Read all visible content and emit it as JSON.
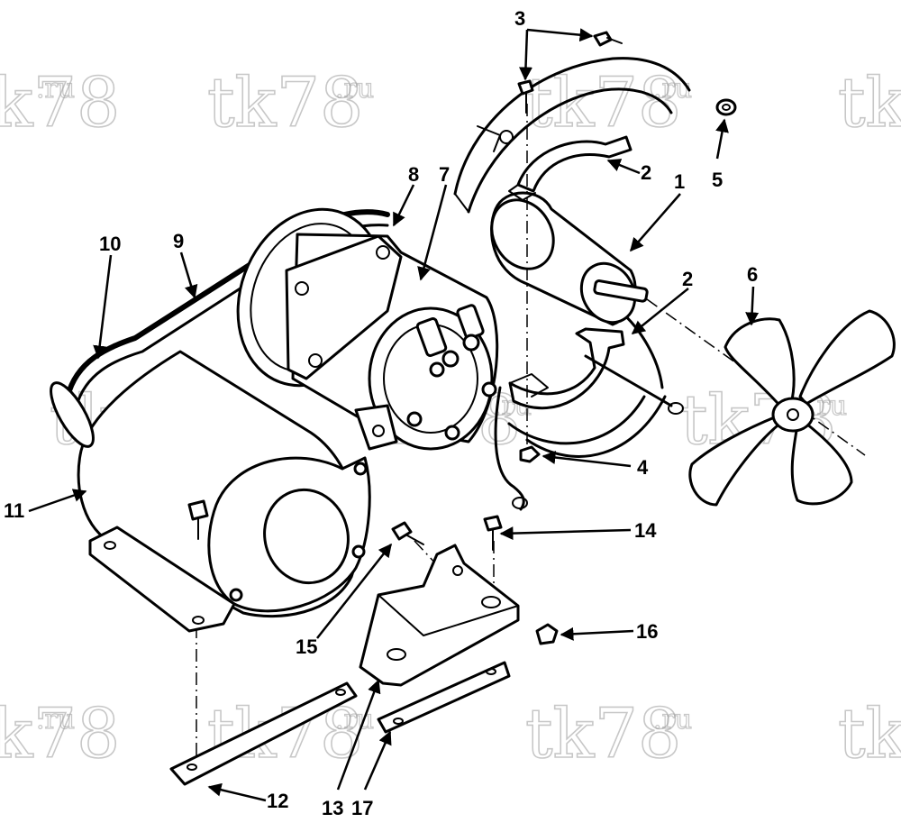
{
  "watermark": {
    "main": "tk78",
    "suffix": ".ru"
  },
  "callouts": {
    "c1": "1",
    "c2a": "2",
    "c2b": "2",
    "c3": "3",
    "c4": "4",
    "c5": "5",
    "c6": "6",
    "c7": "7",
    "c8": "8",
    "c9": "9",
    "c10": "10",
    "c11": "11",
    "c12": "12",
    "c13": "13",
    "c14": "14",
    "c15": "15",
    "c16": "16",
    "c17": "17"
  }
}
